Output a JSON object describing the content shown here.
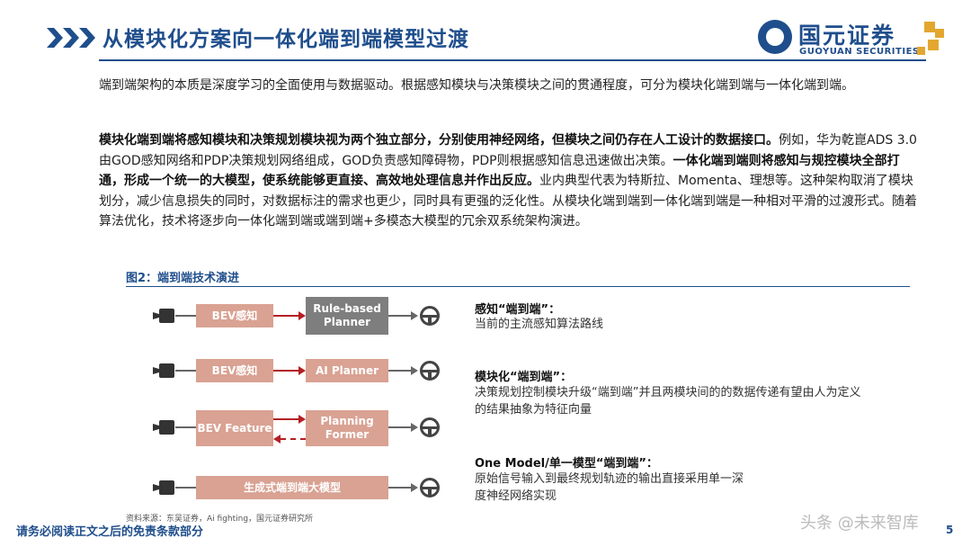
{
  "header": {
    "title": "从模块化方案向一体化端到端模型过渡",
    "logo_cn": "国元证券",
    "logo_en": "GUOYUAN SECURITIES"
  },
  "paragraphs": {
    "p1": "端到端架构的本质是深度学习的全面使用与数据驱动。根据感知模块与决策模块之间的贯通程度，可分为模块化端到端与一体化端到端。",
    "p2_b1": "模块化端到端将感知模块和决策规划模块视为两个独立部分，分别使用神经网络，但模块之间仍存在人工设计的数据接口。",
    "p2_t1": "例如，华为乾崑ADS 3.0由GOD感知网络和PDP决策规划网络组成，GOD负责感知障碍物，PDP则根据感知信息迅速做出决策。",
    "p2_b2": "一体化端到端则将感知与规控模块全部打通，形成一个统一的大模型，使系统能够更直接、高效地处理信息并作出反应。",
    "p2_t2": "业内典型代表为特斯拉、Momenta、理想等。这种架构取消了模块划分，减少信息损失的同时，对数据标注的需求也更少，同时具有更强的泛化性。从模块化端到端到一体化端到端是一种相对平滑的过渡形式。随着算法优化，技术将逐步向一体化端到端或端到端+多模态大模型的冗余双系统架构演进。"
  },
  "figure": {
    "caption": "图2：端到端技术演进",
    "rows": [
      {
        "box1": "BEV感知",
        "box2": "Rule-based Planner"
      },
      {
        "box1": "BEV感知",
        "box2": "AI Planner"
      },
      {
        "box1": "BEV Feature",
        "box2": "Planning Former"
      },
      {
        "box1": "生成式端到端大模型"
      }
    ],
    "descriptions": [
      {
        "title": "感知“端到端”：",
        "text": "当前的主流感知算法路线"
      },
      {
        "title": "模块化“端到端”：",
        "text": "决策规划控制模块升级“端到端”并且两模块间的的数据传递有望由人为定义的结果抽象为特征向量"
      },
      {
        "title": "One Model/单一模型“端到端”：",
        "text": "原始信号输入到最终规划轨迹的输出直接采用单一深度神经网络实现"
      }
    ]
  },
  "footer": {
    "source": "资料来源：东吴证券，Ai fighting，国元证券研究所",
    "disclaimer": "请务必阅读正文之后的免责条款部分",
    "watermark": "头条 @未来智库",
    "page": "5"
  },
  "colors": {
    "brand": "#1f4e8c",
    "box_light": "#d9a293",
    "box_dark": "#7e7e7e",
    "arrow_red": "#b32025",
    "gold": "#e3a72f"
  }
}
